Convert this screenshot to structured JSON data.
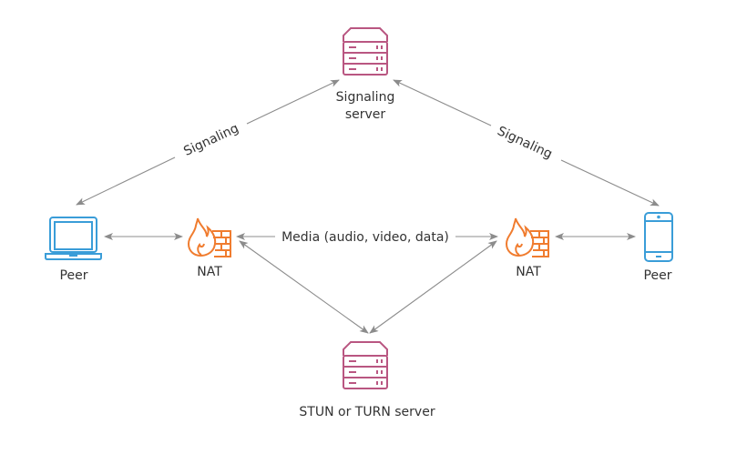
{
  "nodes": {
    "signaling_server": {
      "label_line1": "Signaling",
      "label_line2": "server",
      "icon": "server-icon",
      "color": "#b95681"
    },
    "stun_turn_server": {
      "label": "STUN or TURN server",
      "icon": "server-icon",
      "color": "#b95681"
    },
    "peer_left": {
      "label": "Peer",
      "icon": "laptop-icon",
      "color": "#3a9dd8"
    },
    "peer_right": {
      "label": "Peer",
      "icon": "smartphone-icon",
      "color": "#3a9dd8"
    },
    "nat_left": {
      "label": "NAT",
      "icon": "firewall-icon",
      "color": "#f07c2f"
    },
    "nat_right": {
      "label": "NAT",
      "icon": "firewall-icon",
      "color": "#f07c2f"
    }
  },
  "edges": {
    "signaling_left": {
      "label": "Signaling",
      "from": "peer_left",
      "to": "signaling_server",
      "bidirectional": true
    },
    "signaling_right": {
      "label": "Signaling",
      "from": "signaling_server",
      "to": "peer_right",
      "bidirectional": true
    },
    "media": {
      "label": "Media (audio, video, data)",
      "from": "nat_left",
      "to": "nat_right",
      "bidirectional": true
    },
    "peer_left_nat": {
      "from": "peer_left",
      "to": "nat_left",
      "bidirectional": true
    },
    "nat_peer_right": {
      "from": "nat_right",
      "to": "peer_right",
      "bidirectional": true
    },
    "nat_left_stun": {
      "from": "nat_left",
      "to": "stun_turn_server",
      "bidirectional": true
    },
    "nat_right_stun": {
      "from": "nat_right",
      "to": "stun_turn_server",
      "bidirectional": true
    }
  },
  "colors": {
    "edge": "#8c8c8c",
    "text": "#333333"
  }
}
